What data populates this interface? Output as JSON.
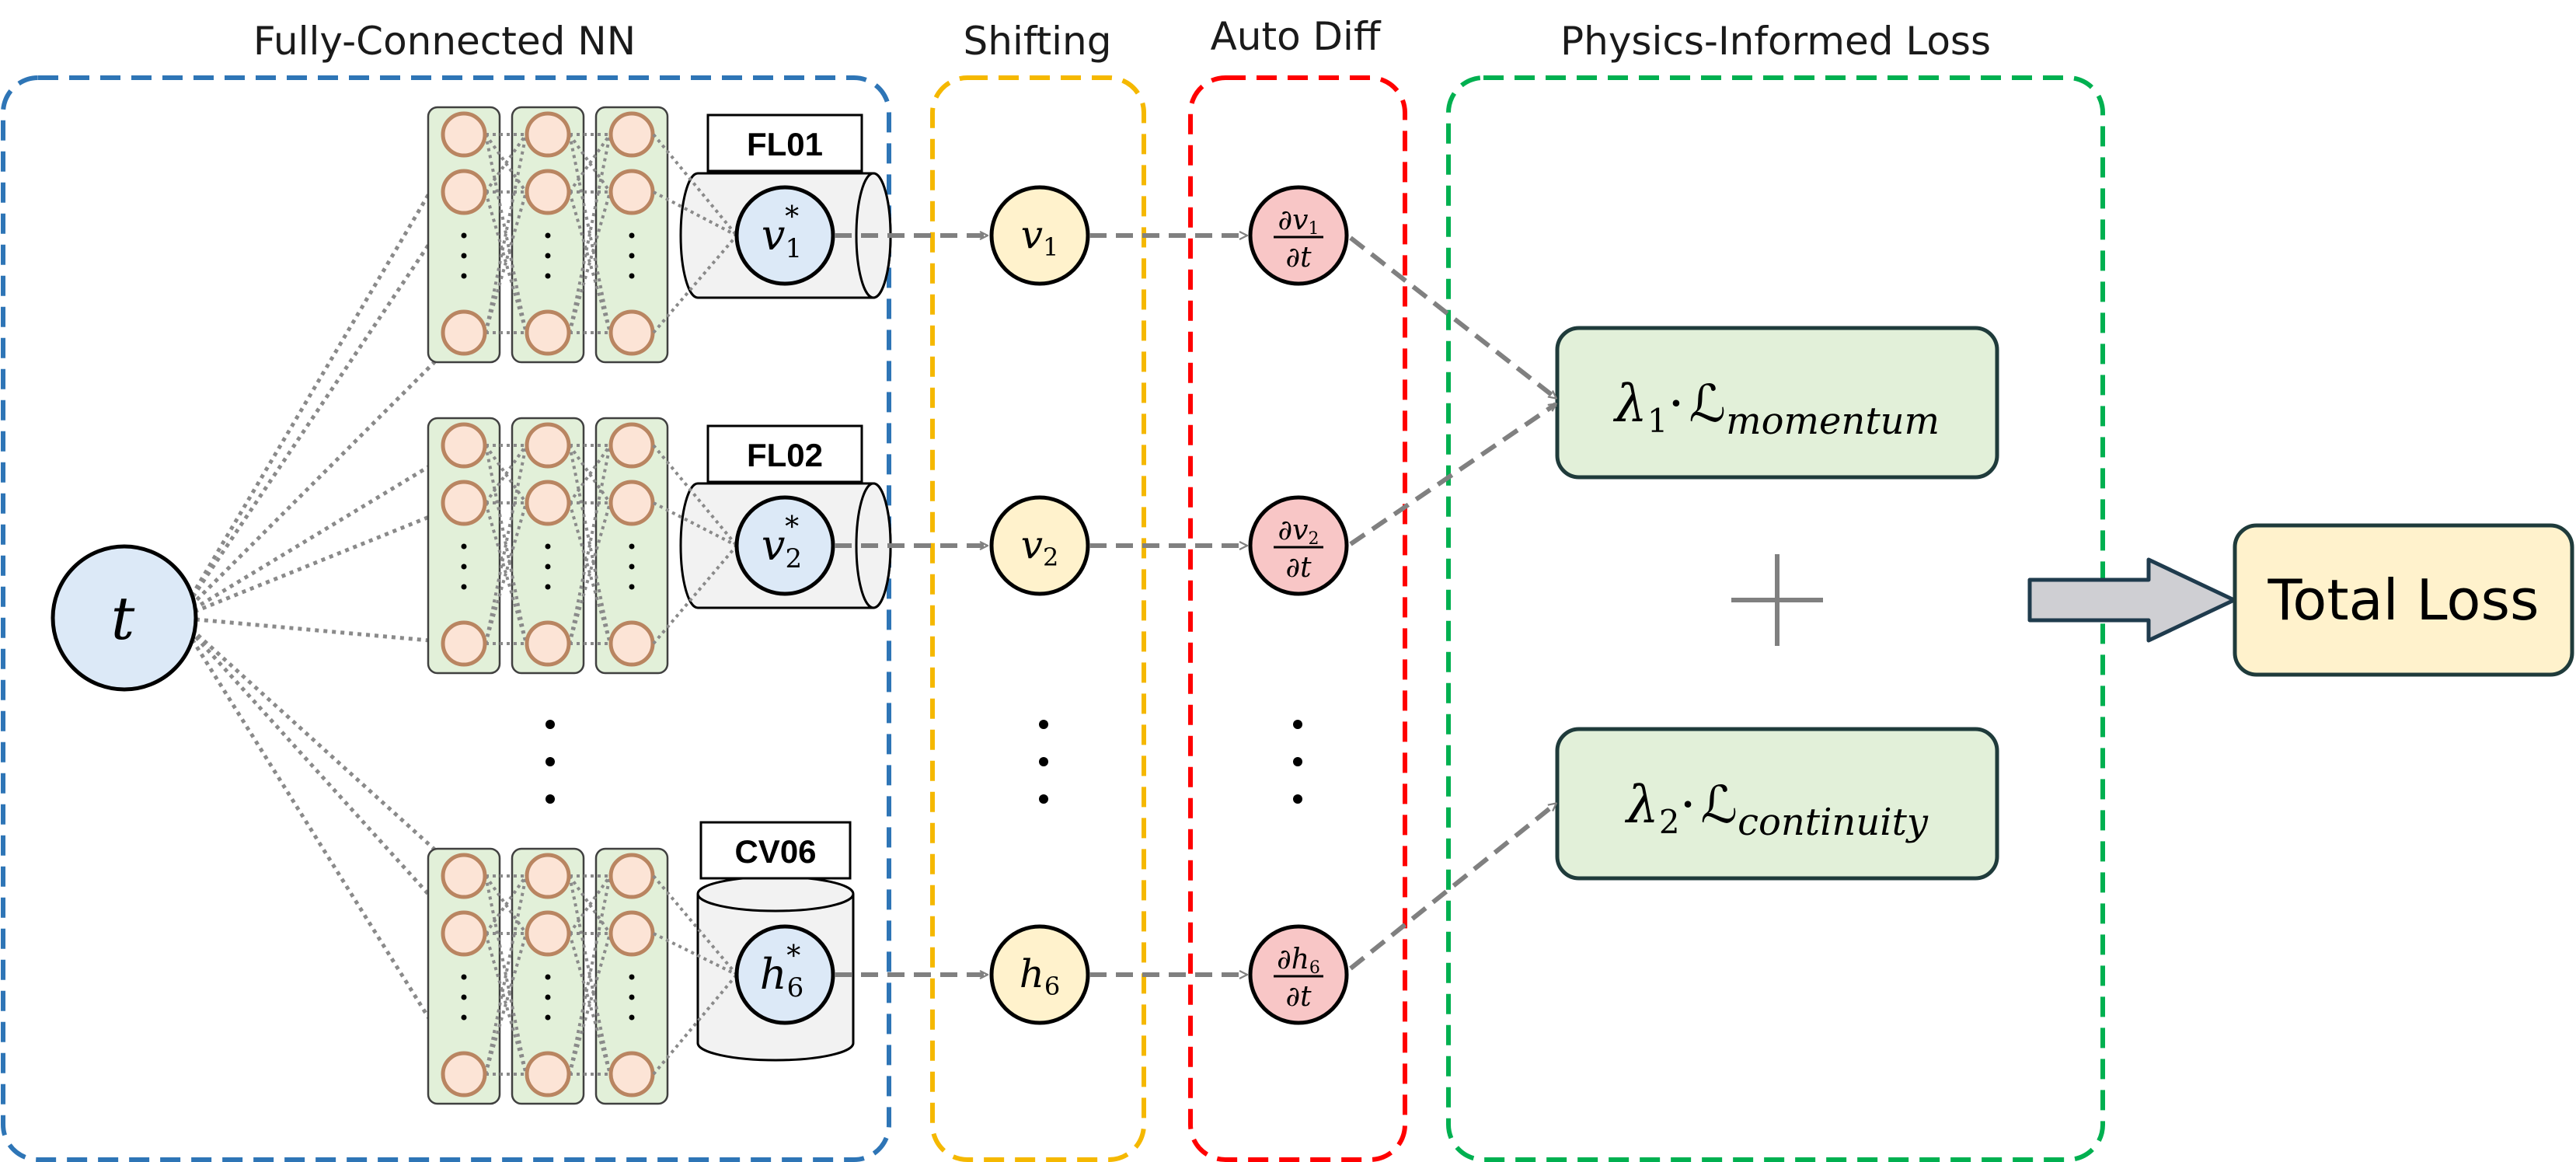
{
  "sections": {
    "fcnn_title": "Fully-Connected NN",
    "shifting_title": "Shifting",
    "autodiff_title": "Auto Diff",
    "loss_title": "Physics-Informed Loss"
  },
  "input_node": {
    "var": "t"
  },
  "networks": [
    {
      "tag": "FL01",
      "output_var": "v",
      "output_sub": "1",
      "output_sup": "*",
      "shift_var": "v",
      "shift_sub": "1",
      "diff_num_var": "v",
      "diff_num_sub": "1",
      "diff_den": "t",
      "diff_d": "∂"
    },
    {
      "tag": "FL02",
      "output_var": "v",
      "output_sub": "2",
      "output_sup": "*",
      "shift_var": "v",
      "shift_sub": "2",
      "diff_num_var": "v",
      "diff_num_sub": "2",
      "diff_den": "t",
      "diff_d": "∂"
    },
    {
      "tag": "CV06",
      "output_var": "h",
      "output_sub": "6",
      "output_sup": "*",
      "shift_var": "h",
      "shift_sub": "6",
      "diff_num_var": "h",
      "diff_num_sub": "6",
      "diff_den": "t",
      "diff_d": "∂"
    }
  ],
  "losses": {
    "momentum": {
      "lambda": "λ",
      "lambda_sub": "1",
      "dot": "·",
      "L": "ℒ",
      "sub": "momentum"
    },
    "continuity": {
      "lambda": "λ",
      "lambda_sub": "2",
      "dot": "·",
      "L": "ℒ",
      "sub": "continuity"
    },
    "plus": "+"
  },
  "total": {
    "label": "Total Loss"
  },
  "colors": {
    "fcnn_border": "#2e75b6",
    "shifting_border": "#f5b800",
    "autodiff_border": "#ff0000",
    "loss_border": "#00b050",
    "input_fill": "#dce9f7",
    "layer_fill": "#e2f0d9",
    "neuron_fill": "#fce4d6",
    "neuron_stroke": "#b98561",
    "shift_fill": "#fff2cc",
    "diff_fill": "#f8c6c6",
    "loss_fill": "#e2f0d9",
    "total_fill": "#fff2cc",
    "arrow": "#808080"
  }
}
